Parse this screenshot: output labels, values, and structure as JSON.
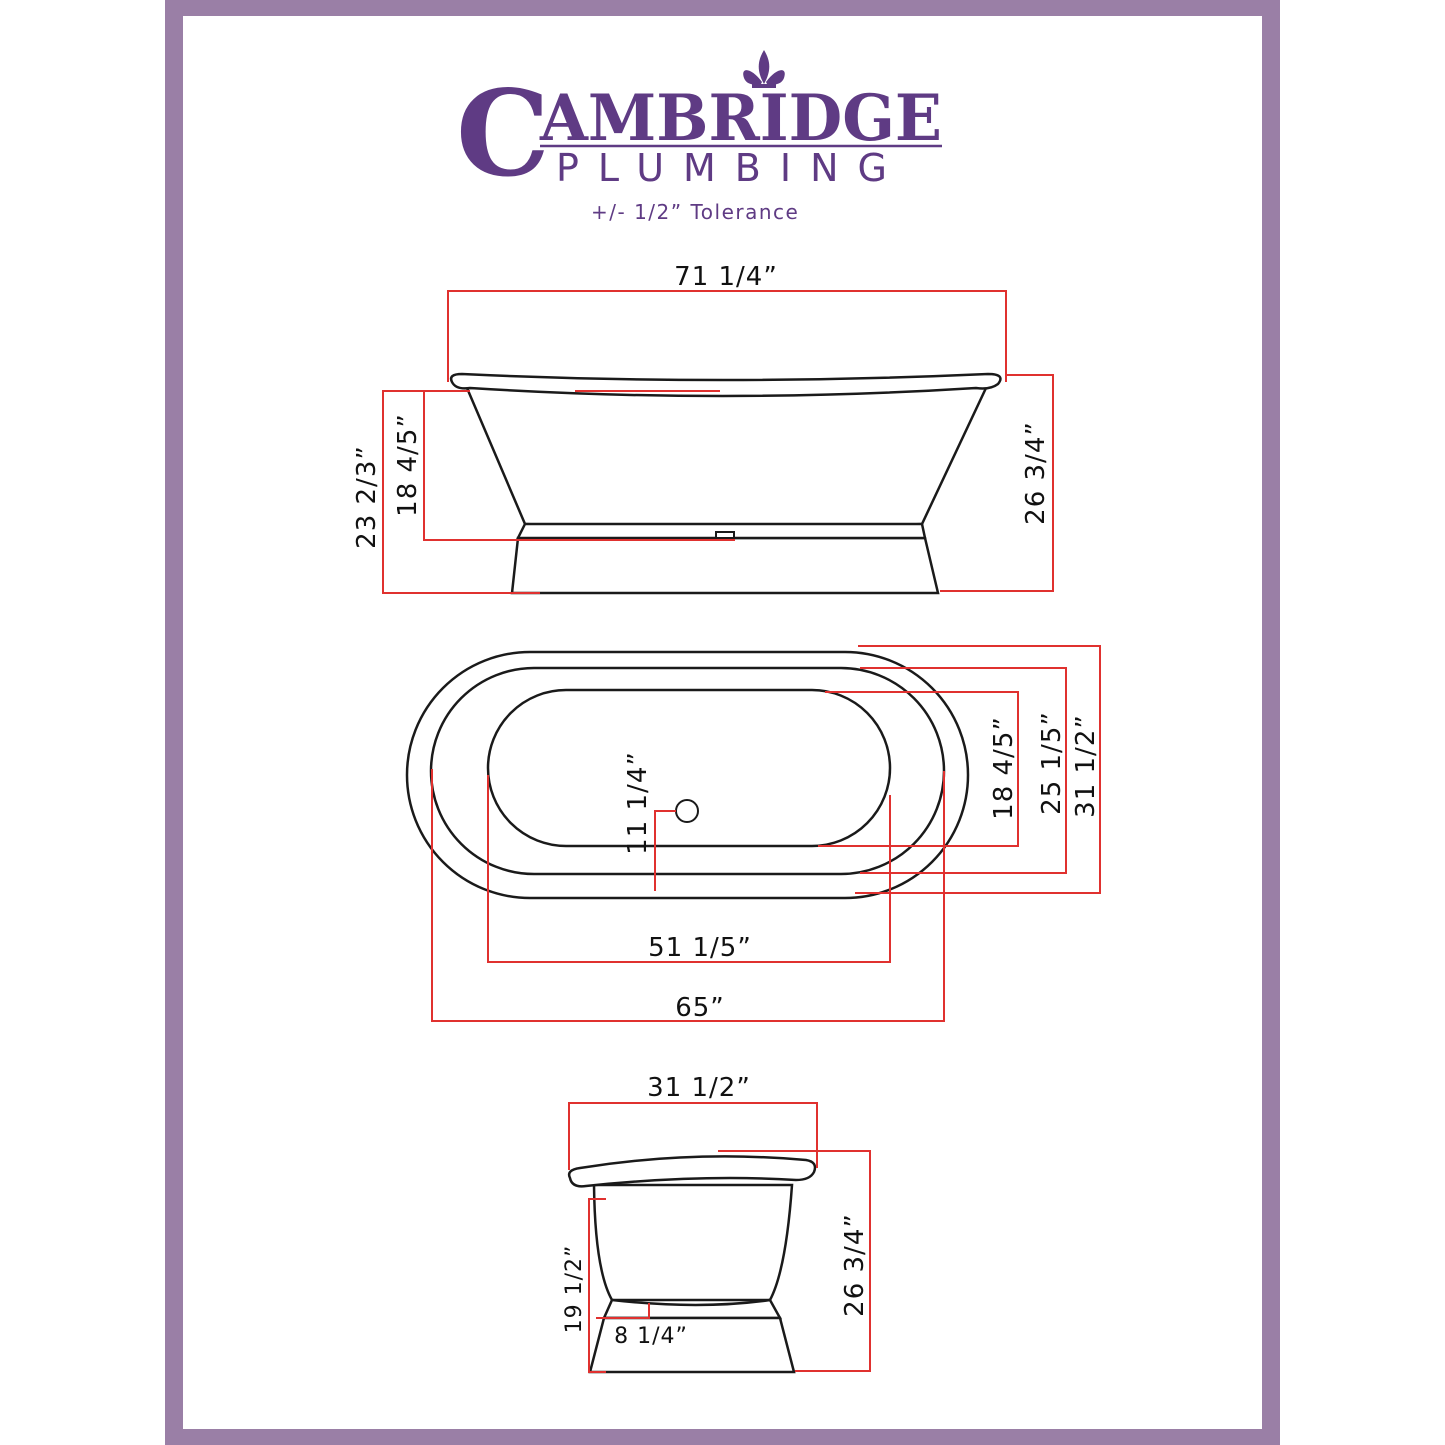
{
  "brand": {
    "initial": "C",
    "name_rest": "AMBRIDGE",
    "subtitle": "PLUMBING",
    "tolerance": "+/- 1/2” Tolerance",
    "accent_color": "#5f3b84",
    "frame_color": "#9a7fa6",
    "logo_icon": "fleur-de-lis-icon"
  },
  "side_view": {
    "overall_length": "71 1/4”",
    "overall_height": "23 2/3”",
    "inner_depth": "18 4/5”",
    "rim_height": "26 3/4”"
  },
  "top_view": {
    "drain_offset": "11 1/4”",
    "interior_width": "18 4/5”",
    "mid_width": "25 1/5”",
    "overall_width": "31 1/2”",
    "interior_length": "51 1/5”",
    "outer_length": "65”"
  },
  "end_view": {
    "overall_width": "31 1/2”",
    "inner_depth": "19 1/2”",
    "rim_height": "26 3/4”",
    "pedestal_height": "8 1/4”"
  },
  "dimension_line_color": "#e0312f"
}
